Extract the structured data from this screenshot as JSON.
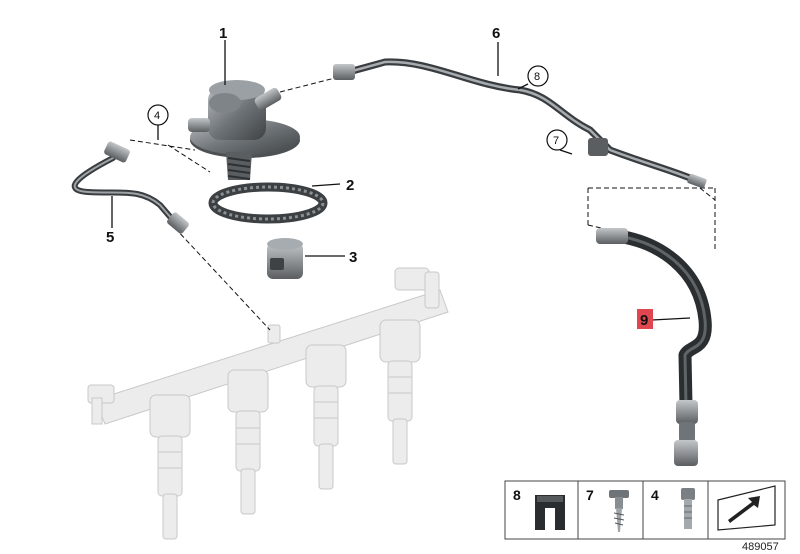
{
  "diagram": {
    "callouts": {
      "c1": "1",
      "c2": "2",
      "c3": "3",
      "c4": "4",
      "c5": "5",
      "c6": "6",
      "c7": "7",
      "c8": "8",
      "c9": "9"
    },
    "highlight_color": "#e0464f",
    "legend": {
      "items": [
        {
          "number": "8",
          "icon": "clip-icon"
        },
        {
          "number": "7",
          "icon": "screw-icon"
        },
        {
          "number": "4",
          "icon": "bolt-icon"
        }
      ],
      "arrow_icon": "next-page-arrow-icon"
    },
    "reference_number": "489057"
  }
}
